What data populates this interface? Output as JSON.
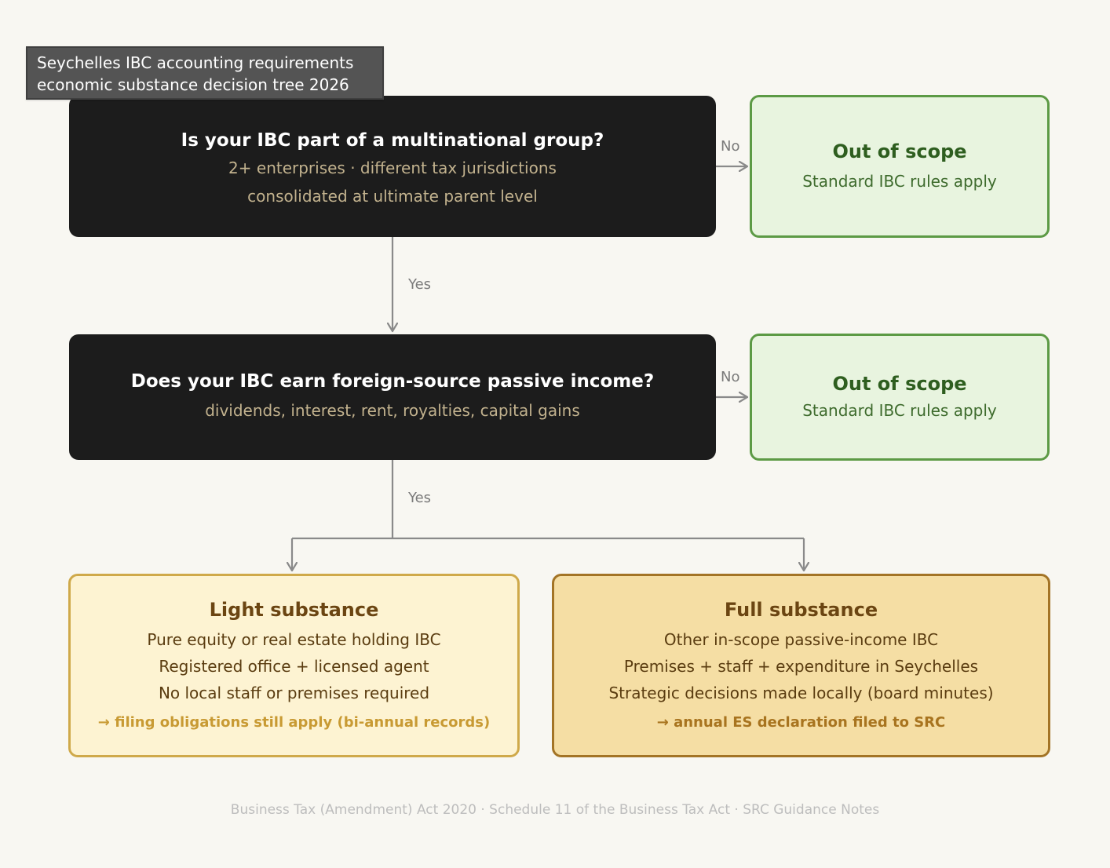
{
  "title": {
    "line1": "Seychelles IBC accounting requirements",
    "line2": "economic substance decision tree 2026"
  },
  "question1": {
    "title": "Is your IBC part of a multinational group?",
    "detail1": "2+ enterprises · different tax jurisdictions",
    "detail2": "consolidated at ultimate parent level",
    "no_label": "No",
    "yes_label": "Yes"
  },
  "outcome1": {
    "title": "Out of scope",
    "subtitle": "Standard IBC rules apply"
  },
  "question2": {
    "title": "Does your IBC earn foreign-source passive income?",
    "detail1": "dividends, interest, rent, royalties, capital gains",
    "no_label": "No",
    "yes_label": "Yes"
  },
  "outcome2": {
    "title": "Out of scope",
    "subtitle": "Standard IBC rules apply"
  },
  "light_substance": {
    "title": "Light substance",
    "lines": [
      "Pure equity or real estate holding IBC",
      "Registered office + licensed agent",
      "No local staff or premises required"
    ],
    "note": "→ filing obligations still apply (bi-annual records)"
  },
  "full_substance": {
    "title": "Full substance",
    "lines": [
      "Other in-scope passive-income IBC",
      "Premises + staff + expenditure in Seychelles",
      "Strategic decisions made locally (board minutes)"
    ],
    "note": "→ annual ES declaration filed to SRC"
  },
  "footer": "Business Tax (Amendment) Act 2020 · Schedule 11 of the Business Tax Act · SRC Guidance Notes",
  "colors": {
    "background": "#f8f7f2",
    "question_fill": "#1c1c1c",
    "question_detail": "#c2b28e",
    "out_fill": "#e8f4df",
    "out_border": "#5c9a45",
    "light_fill": "#fdf3d2",
    "light_border": "#cfa94a",
    "full_fill": "#f5dea4",
    "full_border": "#a37426",
    "connector": "#8a8a8a"
  }
}
